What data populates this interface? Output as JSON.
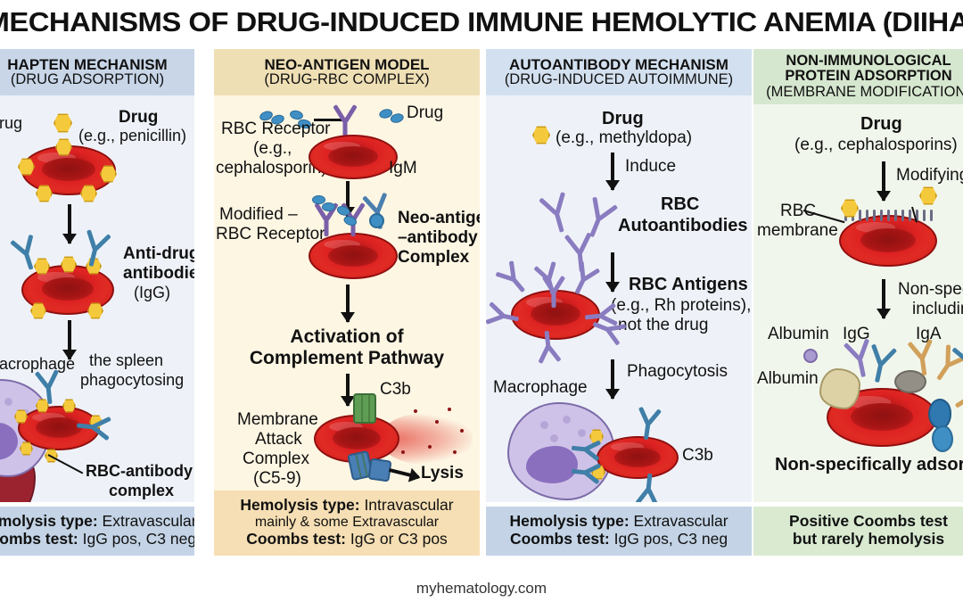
{
  "title": "MECHANISMS OF DRUG-INDUCED IMMUNE HEMOLYTIC ANEMIA (DIIHA)",
  "footer_brand": "myhematology.com",
  "colors": {
    "col1_header": "#c8d6e8",
    "col1_body": "#eef2f8",
    "col2_header": "#efdfb5",
    "col2_body": "#fdf6e3",
    "col3_header": "#d3e0ef",
    "col3_body": "#eef2f8",
    "col4_header": "#d6e7cf",
    "col4_body": "#f1f6ec",
    "rbc_red": "#d52020",
    "drug_yellow": "#f5c93c",
    "drug_blue": "#3f8fc4",
    "antibody_blue": "#3f7fa8",
    "antibody_purple": "#8a7cc0",
    "macrophage_purple": "#cfc2e8",
    "spleen_red": "#9b2330",
    "c3b_green": "#5f9d55"
  },
  "columns": [
    {
      "id": "hapten",
      "header_line1": "HAPTEN MECHANISM",
      "header_line2": "(DRUG ADSORPTION)",
      "labels": {
        "drug_left": "Drug",
        "drug_title": "Drug",
        "drug_example": "(e.g., penicillin)",
        "antibodies_l1": "Anti-drug",
        "antibodies_l2": "antibodies",
        "antibodies_l3": "(IgG)",
        "macrophage": "Macrophage",
        "spleen_l1": "the spleen",
        "spleen_l2": "phagocytosing",
        "spleen_word": "spleen",
        "complex_l1": "RBC-antibody",
        "complex_l2": "complex"
      },
      "footer": {
        "line1_bold": "Hemolysis type:",
        "line1_rest": " Extravascular",
        "line2_bold": "Coombs test:",
        "line2_rest": " IgG pos, C3 neg"
      }
    },
    {
      "id": "neo-antigen",
      "header_line1": "NEO-ANTIGEN MODEL",
      "header_line2": "(DRUG-RBC COMPLEX)",
      "labels": {
        "drug": "Drug",
        "rbc_receptor_l1": "RBC Receptor",
        "rbc_receptor_l2": "(e.g.,",
        "rbc_receptor_l3": "cephalosporin)",
        "igm": "IgM",
        "modified_l1": "Modified –",
        "modified_l2": "RBC Receptor",
        "neo_l1": "Neo-antigen",
        "neo_l2": "–antibody",
        "neo_l3": "Complex",
        "activation_l1": "Activation of",
        "activation_l2": "Complement Pathway",
        "mac_l1": "Membrane",
        "mac_l2": "Attack",
        "mac_l3": "Complex",
        "mac_l4": "(C5-9)",
        "c3b": "C3b",
        "lysis": "Lysis"
      },
      "footer": {
        "line1_bold": "Hemolysis type:",
        "line1_rest": " Intravascular",
        "line2": "mainly & some Extravascular",
        "line3_bold": "Coombs test:",
        "line3_rest": " IgG or C3 pos"
      }
    },
    {
      "id": "autoantibody",
      "header_line1": "AUTOANTIBODY MECHANISM",
      "header_line2": "(DRUG-INDUCED AUTOIMMUNE)",
      "labels": {
        "drug_title": "Drug",
        "drug_example": "(e.g., methyldopa)",
        "induce": "Induce",
        "autoab_l1": "RBC",
        "autoab_l2": "Autoantibodies",
        "antigens_l1": "RBC Antigens",
        "antigens_l2": "(e.g., Rh proteins),",
        "antigens_l3": "not the drug",
        "phagocytosis": "Phagocytosis",
        "macrophage": "Macrophage",
        "c3b": "C3b"
      },
      "footer": {
        "line1_bold": "Hemolysis type:",
        "line1_rest": " Extravascular",
        "line2_bold": "Coombs test:",
        "line2_rest": " IgG pos, C3 neg"
      }
    },
    {
      "id": "non-immunological",
      "header_line1": "NON-IMMUNOLOGICAL",
      "header_line2": "PROTEIN ADSORPTION",
      "header_line3": "(MEMBRANE MODIFICATION)",
      "labels": {
        "drug_title": "Drug",
        "drug_example": "(e.g., cephalosporins)",
        "modifying": "Modifying",
        "rbc_membrane_l1": "RBC",
        "rbc_membrane_l2": "membrane",
        "nonspecific_l1": "Non-specific",
        "nonspecific_l2": "including",
        "albumin_top": "Albumin",
        "igg": "IgG",
        "iga": "IgA",
        "albumin_left": "Albumin",
        "adsorbed": "Non-specifically adsorbed"
      },
      "footer": {
        "line1": "Positive Coombs test",
        "line2": "but rarely hemolysis"
      }
    }
  ]
}
